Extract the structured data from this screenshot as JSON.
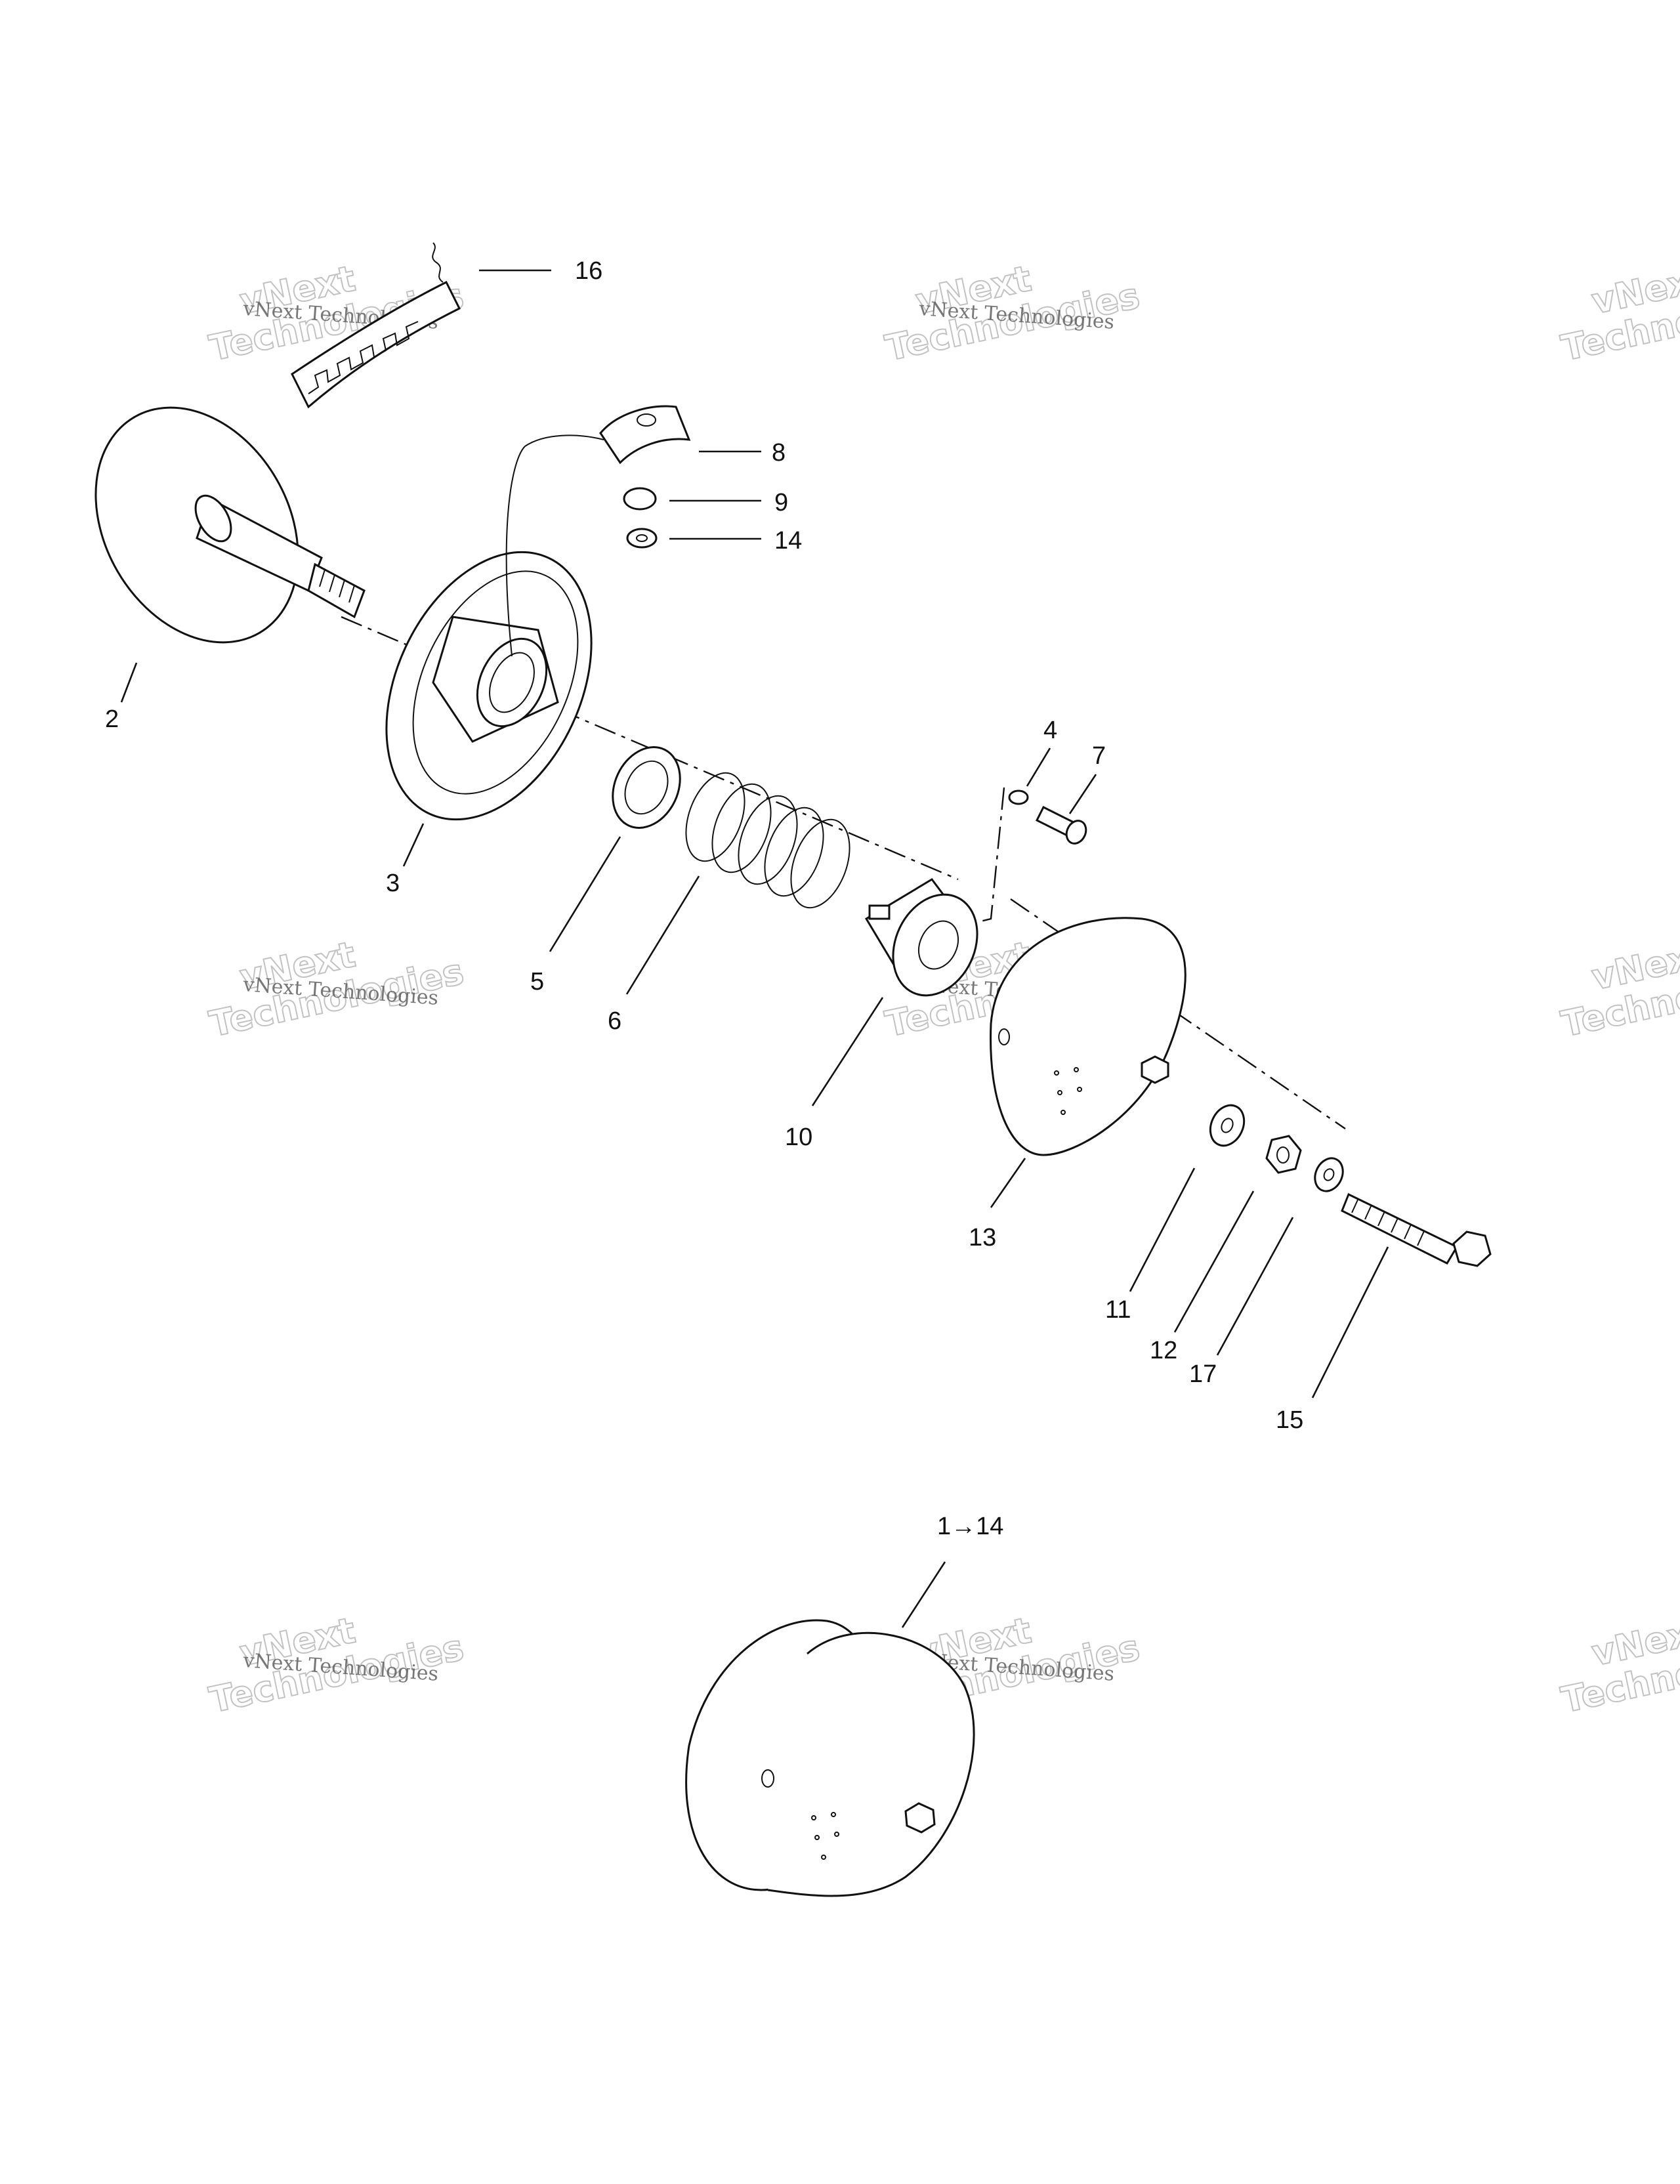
{
  "watermark": {
    "brand_line1": "vNext",
    "brand_line2": "Technologies",
    "caption": "vNext Technologies"
  },
  "callouts": [
    {
      "id": "16",
      "label": "16"
    },
    {
      "id": "8",
      "label": "8"
    },
    {
      "id": "9",
      "label": "9"
    },
    {
      "id": "14",
      "label": "14"
    },
    {
      "id": "2",
      "label": "2"
    },
    {
      "id": "3",
      "label": "3"
    },
    {
      "id": "4",
      "label": "4"
    },
    {
      "id": "7",
      "label": "7"
    },
    {
      "id": "5",
      "label": "5"
    },
    {
      "id": "6",
      "label": "6"
    },
    {
      "id": "10",
      "label": "10"
    },
    {
      "id": "13",
      "label": "13"
    },
    {
      "id": "11",
      "label": "11"
    },
    {
      "id": "12",
      "label": "12"
    },
    {
      "id": "17",
      "label": "17"
    },
    {
      "id": "15",
      "label": "15"
    },
    {
      "id": "assembly",
      "label": "1→14"
    }
  ]
}
